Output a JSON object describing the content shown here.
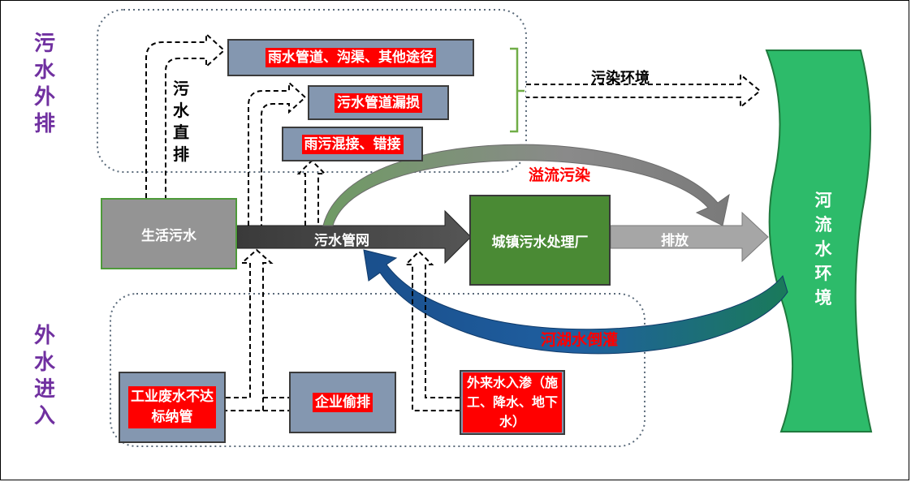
{
  "groups": {
    "discharge_label": "污水外排",
    "intrusion_label": "外水进入"
  },
  "nodes": {
    "domestic_sewage": "生活污水",
    "sewer_network": "污水管网",
    "treatment_plant": "城镇污水处理厂",
    "discharge": "排放",
    "river": "河流水环境"
  },
  "outflow_boxes": {
    "rain_pipes": "雨水管道、沟渠、其他途径",
    "pipe_leak": "污水管道漏损",
    "mixed_connection": "雨污混接、错接"
  },
  "inflow_boxes": {
    "industrial": "工业废水不达标纳管",
    "enterprise": "企业偷排",
    "external_water": "外来水入渗（施工、降水、地下水）"
  },
  "flow_labels": {
    "direct_discharge": "污水直排",
    "pollution": "污染环境",
    "overflow": "溢流污染",
    "backflow": "河湖水倒灌"
  },
  "colors": {
    "group_label": "#7030a0",
    "red_label": "#ff0000",
    "river_fill": "#2dbb6a",
    "plant_fill": "#4a8a34",
    "source_fill": "#949494",
    "box_fill": "#8497b0"
  }
}
